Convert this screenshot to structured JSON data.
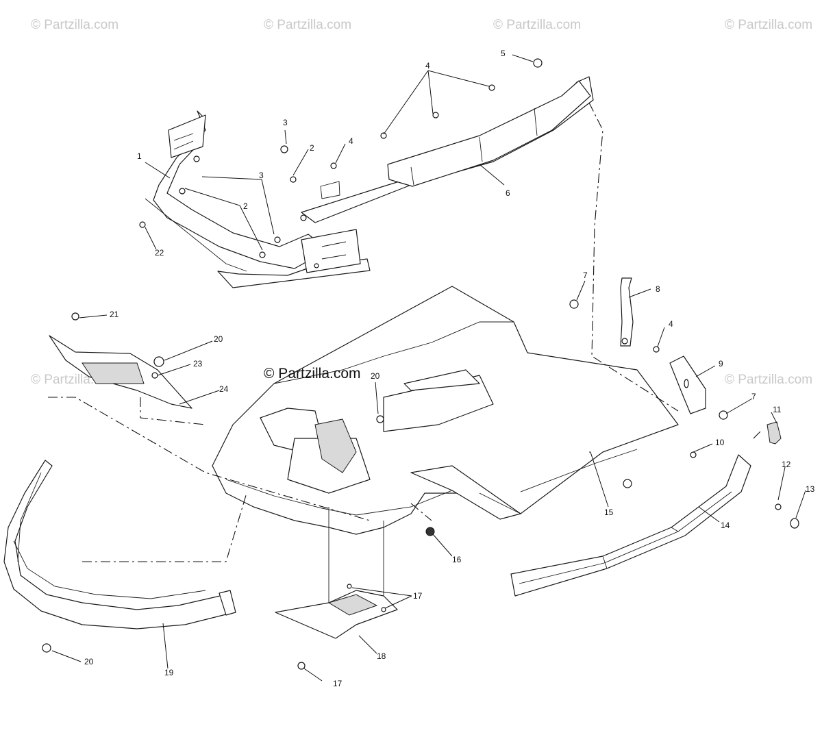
{
  "watermark": {
    "text": "© Partzilla.com",
    "center_text": "© Partzilla.com"
  },
  "callouts": {
    "c1": "1",
    "c2a": "2",
    "c2b": "2",
    "c3a": "3",
    "c3b": "3",
    "c4a": "4",
    "c4b": "4",
    "c4c": "4",
    "c5": "5",
    "c6": "6",
    "c7a": "7",
    "c7b": "7",
    "c8": "8",
    "c9": "9",
    "c10": "10",
    "c11": "11",
    "c12": "12",
    "c13": "13",
    "c14": "14",
    "c15": "15",
    "c16": "16",
    "c17a": "17",
    "c17b": "17",
    "c18": "18",
    "c19": "19",
    "c20a": "20",
    "c20b": "20",
    "c20c": "20",
    "c21": "21",
    "c22": "22",
    "c23": "23",
    "c24": "24"
  }
}
